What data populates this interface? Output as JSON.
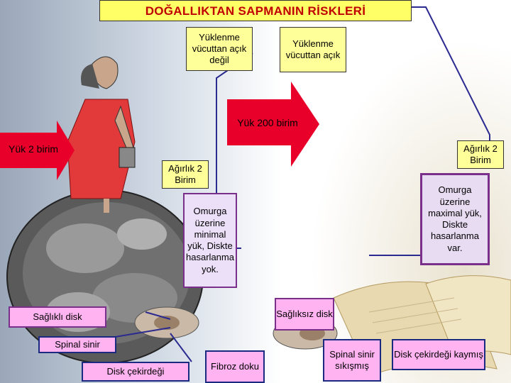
{
  "title": "DOĞALLIKTAN SAPMANIN RİSKLERİ",
  "labels": {
    "load_not_on_body": "Yüklenme vücuttan açık değil",
    "load_on_body": "Yüklenme vücuttan açık",
    "load_200": "Yük 200 birim",
    "load_2": "Yük 2 birim",
    "weight_left": "Ağırlık 2 Birim",
    "weight_right": "Ağırlık 2 Birim",
    "spine_minimal": "Omurga üzerine minimal yük, Diskte hasarlanma yok.",
    "spine_maximal": "Omurga üzerine maximal yük, Diskte hasarlanma var.",
    "healthy_disc": "Sağlıklı disk",
    "unhealthy_disc": "Sağlıksız disk",
    "spinal_nerve": "Spinal sinir",
    "disc_nucleus": "Disk çekirdeği",
    "fibrous_tissue": "Fibroz doku",
    "spinal_nerve_compressed": "Spinal sinir sıkışmış",
    "disc_nucleus_slipped": "Disk çekirdeği kaymış"
  },
  "colors": {
    "title_bg": "#ffff66",
    "title_text": "#c00000",
    "arrow": "#e8002a",
    "connector": "#2a2a90"
  }
}
